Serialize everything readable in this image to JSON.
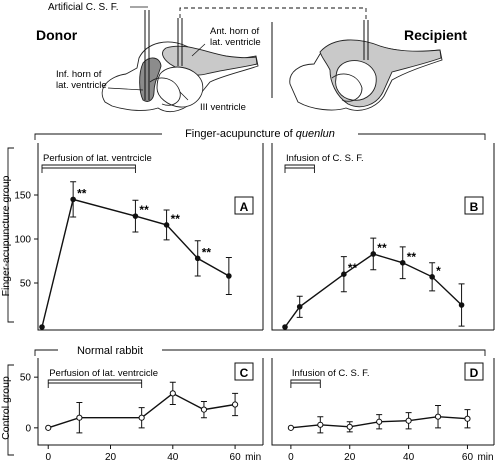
{
  "header": {
    "donor": "Donor",
    "recipient": "Recipient",
    "artificial_csf": "Artificial C. S. F.",
    "ant_horn_line1": "Ant. horn of",
    "ant_horn_line2": "lat. ventricle",
    "inf_horn_line1": "Inf. horn of",
    "inf_horn_line2": "lat. ventricle",
    "third_ventricle": "III ventricle"
  },
  "rows": {
    "top_title_prefix": "Finger-acupuncture of ",
    "top_title_italic": "quenlun",
    "top_ylabel": "Finger-acupuncture group",
    "bottom_title": "Normal rabbit",
    "bottom_ylabel": "Control group",
    "xunit": "min"
  },
  "chart_data": [
    {
      "id": "A",
      "type": "line",
      "panel_label": "A",
      "annotation": "Perfusion of lat. ventrcicle",
      "bar_range": [
        0,
        30
      ],
      "marker": "filled",
      "x": [
        0,
        10,
        30,
        40,
        50,
        60
      ],
      "y": [
        0,
        145,
        126,
        116,
        78,
        58
      ],
      "err": [
        0,
        20,
        18,
        17,
        20,
        21
      ],
      "sig": [
        "",
        "**",
        "**",
        "**",
        "**",
        ""
      ],
      "ylim": [
        0,
        175
      ],
      "yticks": [
        50,
        100,
        150
      ],
      "xlim": [
        0,
        70
      ],
      "xticks": []
    },
    {
      "id": "B",
      "type": "line",
      "panel_label": "B",
      "annotation": "Infusion of C. S. F.",
      "bar_range": [
        0,
        10
      ],
      "marker": "filled",
      "x": [
        0,
        5,
        20,
        30,
        40,
        50,
        60
      ],
      "y": [
        0,
        23,
        60,
        83,
        73,
        57,
        25
      ],
      "err": [
        0,
        12,
        20,
        18,
        18,
        16,
        24
      ],
      "sig": [
        "",
        "",
        "**",
        "**",
        "**",
        "*",
        ""
      ],
      "ylim": [
        0,
        175
      ],
      "yticks": [],
      "xlim": [
        0,
        70
      ],
      "xticks": []
    },
    {
      "id": "C",
      "type": "line",
      "panel_label": "C",
      "annotation": "Perfusion of lat. ventrcicle",
      "bar_range": [
        0,
        30
      ],
      "marker": "open",
      "x": [
        0,
        10,
        30,
        40,
        50,
        60
      ],
      "y": [
        0,
        10,
        10,
        34,
        18,
        23
      ],
      "err": [
        0,
        15,
        10,
        11,
        8,
        11
      ],
      "sig": [
        "",
        "",
        "",
        "",
        "",
        ""
      ],
      "ylim": [
        -12,
        62
      ],
      "yticks": [
        0,
        50
      ],
      "xlim": [
        -2,
        68
      ],
      "xticks": [
        0,
        20,
        40,
        60
      ]
    },
    {
      "id": "D",
      "type": "line",
      "panel_label": "D",
      "annotation": "Infusion of C. S. F.",
      "bar_range": [
        0,
        10
      ],
      "marker": "open",
      "x": [
        0,
        10,
        20,
        30,
        40,
        50,
        60
      ],
      "y": [
        0,
        3,
        1,
        6,
        7,
        11,
        9
      ],
      "err": [
        0,
        8,
        5,
        7,
        8,
        11,
        9
      ],
      "sig": [
        "",
        "",
        "",
        "",
        "",
        "",
        ""
      ],
      "ylim": [
        -12,
        62
      ],
      "yticks": [],
      "xlim": [
        -2,
        68
      ],
      "xticks": [
        0,
        20,
        40,
        60
      ]
    }
  ]
}
